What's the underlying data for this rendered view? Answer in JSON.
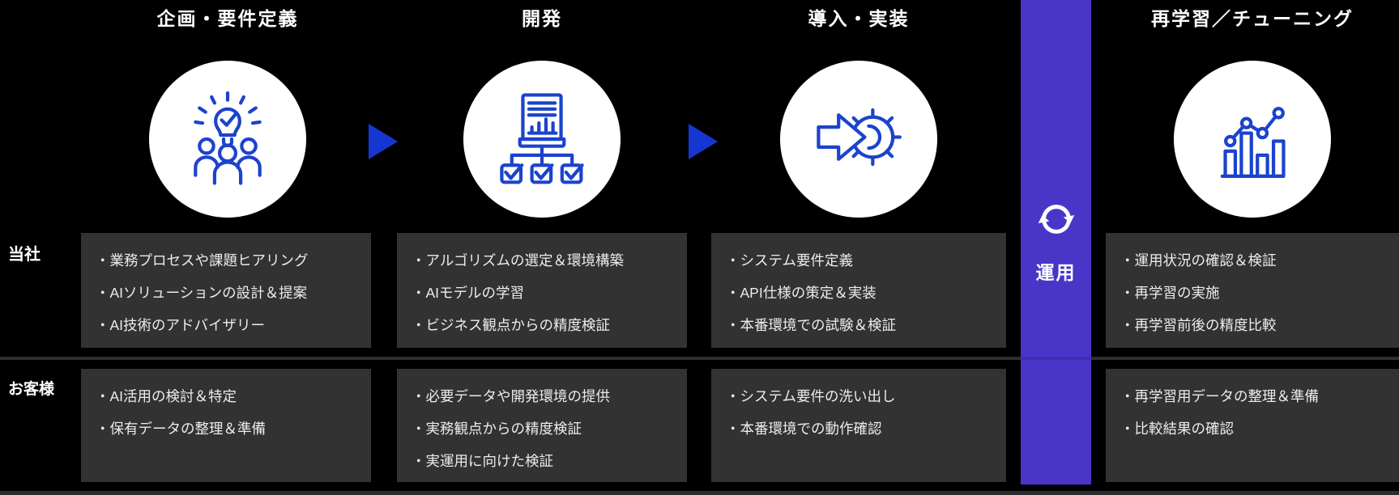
{
  "colors": {
    "background": "#000000",
    "box_bg": "#323232",
    "accent_purple": "#4936c8",
    "icon_blue": "#1b43cd",
    "arrow_blue": "#1636d1",
    "circle_bg": "#ffffff",
    "text_light": "#ececec",
    "divider": "#2e2e2e"
  },
  "rows": [
    {
      "label": "当社"
    },
    {
      "label": "お客様"
    }
  ],
  "operation_band": {
    "label": "運用",
    "icon": "refresh-icon"
  },
  "flow_arrows": {
    "icon": "triangle-right-icon",
    "count": 2
  },
  "stages": [
    {
      "title": "企画・要件定義",
      "icon": "idea-team-icon",
      "our_company": [
        "・業務プロセスや課題ヒアリング",
        "・AIソリューションの設計＆提案",
        "・AI技術のアドバイザリー"
      ],
      "customer": [
        "・AI活用の検討＆特定",
        "・保有データの整理＆準備"
      ]
    },
    {
      "title": "開発",
      "icon": "report-checklist-icon",
      "our_company": [
        "・アルゴリズムの選定＆環境構築",
        "・AIモデルの学習",
        "・ビジネス観点からの精度検証"
      ],
      "customer": [
        "・必要データや開発環境の提供",
        "・実務観点からの精度検証",
        "・実運用に向けた検証"
      ]
    },
    {
      "title": "導入・実装",
      "icon": "deploy-gear-icon",
      "our_company": [
        "・システム要件定義",
        "・API仕様の策定＆実装",
        "・本番環境での試験＆検証"
      ],
      "customer": [
        "・システム要件の洗い出し",
        "・本番環境での動作確認"
      ]
    },
    {
      "title": "再学習／チューニング",
      "icon": "analytics-chart-icon",
      "our_company": [
        "・運用状況の確認＆検証",
        "・再学習の実施",
        "・再学習前後の精度比較"
      ],
      "customer": [
        "・再学習用データの整理＆準備",
        "・比較結果の確認"
      ]
    }
  ]
}
